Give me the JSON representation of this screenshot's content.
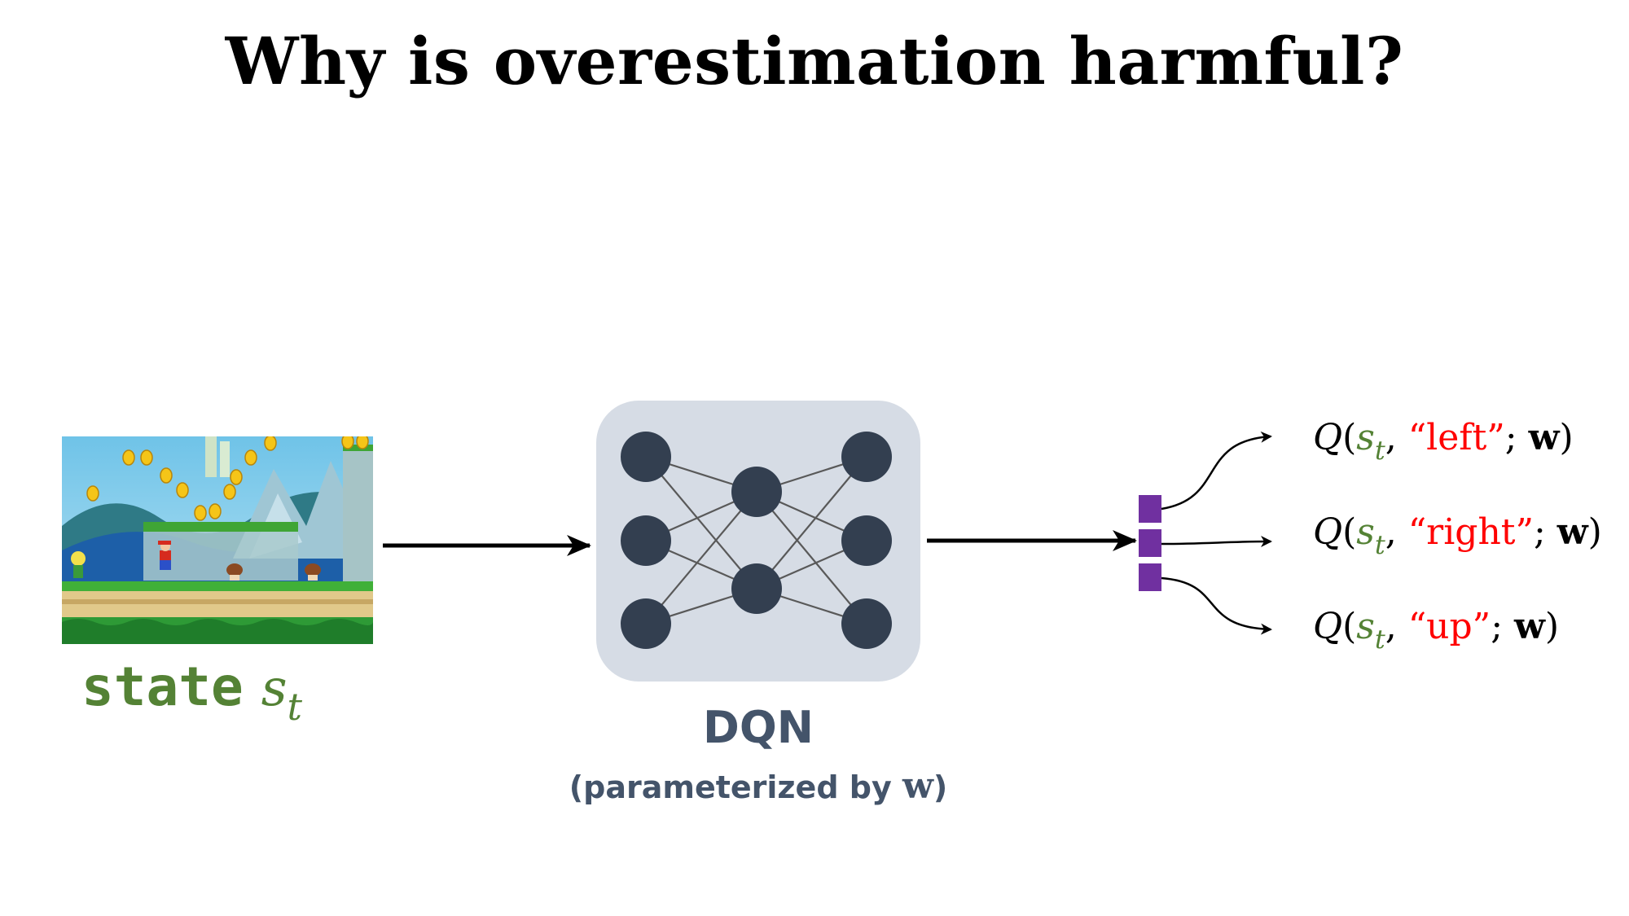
{
  "title": "Why is overestimation harmful?",
  "state_label": {
    "word": "state",
    "symbol": "s",
    "subscript": "t"
  },
  "dqn": {
    "title": "DQN",
    "subtitle_prefix": "(parameterized by",
    "subtitle_param": "w",
    "subtitle_suffix": ")"
  },
  "outputs": [
    {
      "q": "Q",
      "open": "(",
      "s": "s",
      "sub": "t",
      "comma": ", ",
      "action": "“left”",
      "semi": "; ",
      "w": "w",
      "close": ")"
    },
    {
      "q": "Q",
      "open": "(",
      "s": "s",
      "sub": "t",
      "comma": ", ",
      "action": "“right”",
      "semi": "; ",
      "w": "w",
      "close": ")"
    },
    {
      "q": "Q",
      "open": "(",
      "s": "s",
      "sub": "t",
      "comma": ", ",
      "action": "“up”",
      "semi": "; ",
      "w": "w",
      "close": ")"
    }
  ],
  "colors": {
    "state_green": "#548235",
    "action_red": "#ff0000",
    "node_dark": "#333f50",
    "box_gray": "#d6dce5",
    "output_purple": "#7030a0",
    "label_slate": "#44546a"
  }
}
